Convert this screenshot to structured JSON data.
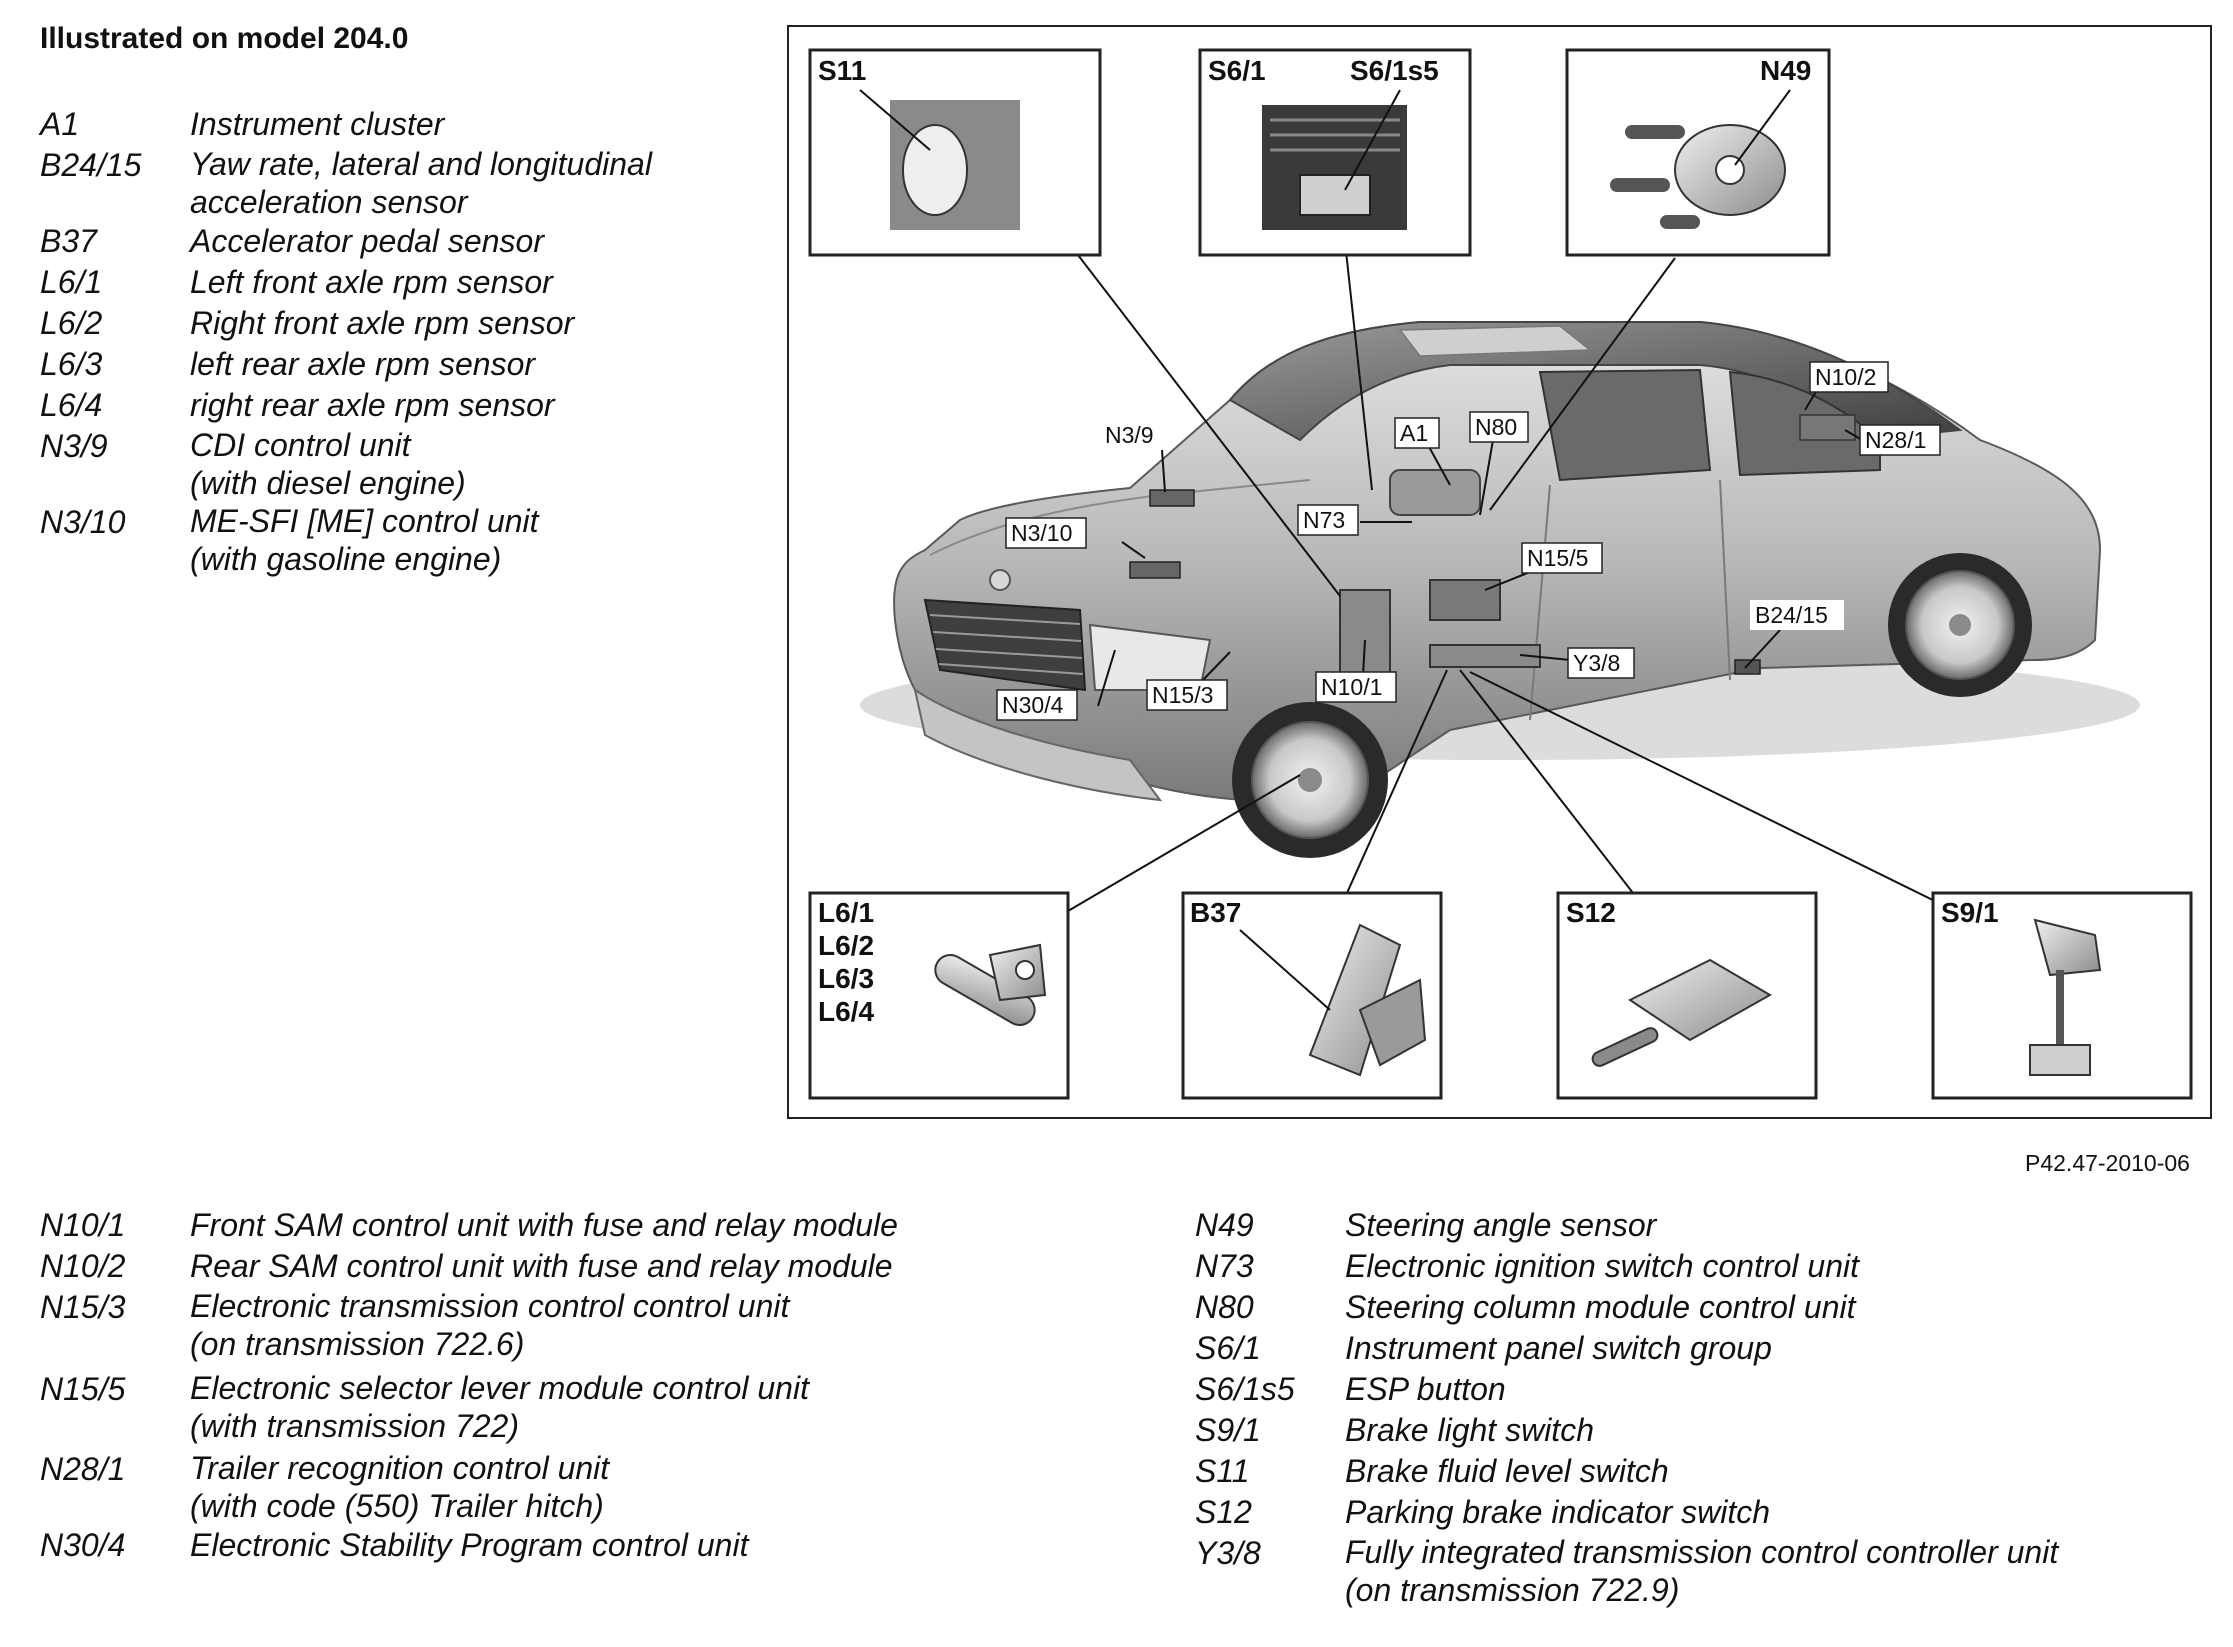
{
  "title": "Illustrated on model 204.0",
  "doc_id": "P42.47-2010-06",
  "legend_top": [
    {
      "code": "A1",
      "lines": [
        "Instrument cluster"
      ]
    },
    {
      "code": "B24/15",
      "lines": [
        "Yaw rate, lateral and longitudinal",
        "acceleration sensor"
      ]
    },
    {
      "code": "B37",
      "lines": [
        "Accelerator pedal sensor"
      ]
    },
    {
      "code": "L6/1",
      "lines": [
        "Left front axle rpm sensor"
      ]
    },
    {
      "code": "L6/2",
      "lines": [
        "Right front axle rpm sensor"
      ]
    },
    {
      "code": "L6/3",
      "lines": [
        "left rear axle rpm sensor"
      ]
    },
    {
      "code": "L6/4",
      "lines": [
        "right rear axle rpm sensor"
      ]
    },
    {
      "code": "N3/9",
      "lines": [
        "CDI control unit",
        "(with diesel engine)"
      ]
    },
    {
      "code": "N3/10",
      "lines": [
        "ME-SFI [ME] control unit",
        "(with gasoline engine)"
      ]
    }
  ],
  "legend_bottom_left": [
    {
      "code": "N10/1",
      "lines": [
        "Front SAM control unit with fuse and relay module"
      ]
    },
    {
      "code": "N10/2",
      "lines": [
        "Rear SAM control unit with fuse and relay module"
      ]
    },
    {
      "code": "N15/3",
      "lines": [
        "Electronic transmission control control unit",
        "(on transmission 722.6)"
      ]
    },
    {
      "code": "N15/5",
      "lines": [
        "Electronic selector lever module control unit",
        "(with transmission 722)"
      ]
    },
    {
      "code": "N28/1",
      "lines": [
        "Trailer recognition control unit",
        "(with code (550) Trailer hitch)"
      ]
    },
    {
      "code": "N30/4",
      "lines": [
        "Electronic Stability Program control unit"
      ]
    }
  ],
  "legend_bottom_right": [
    {
      "code": "N49",
      "lines": [
        "Steering angle sensor"
      ]
    },
    {
      "code": "N73",
      "lines": [
        "Electronic ignition switch control unit"
      ]
    },
    {
      "code": "N80",
      "lines": [
        "Steering column module control unit"
      ]
    },
    {
      "code": "S6/1",
      "lines": [
        "Instrument panel switch group"
      ]
    },
    {
      "code": "S6/1s5",
      "lines": [
        "ESP button"
      ]
    },
    {
      "code": "S9/1",
      "lines": [
        "Brake light switch"
      ]
    },
    {
      "code": "S11",
      "lines": [
        "Brake fluid level switch"
      ]
    },
    {
      "code": "S12",
      "lines": [
        "Parking brake indicator switch"
      ]
    },
    {
      "code": "Y3/8",
      "lines": [
        "Fully integrated transmission control controller unit",
        "(on transmission 722.9)"
      ]
    }
  ],
  "callouts": {
    "n3_9": "N3/9",
    "n3_10": "N3/10",
    "a1": "A1",
    "n80": "N80",
    "n73": "N73",
    "n10_2": "N10/2",
    "n28_1": "N28/1",
    "n15_5": "N15/5",
    "b24_15": "B24/15",
    "y3_8": "Y3/8",
    "n10_1": "N10/1",
    "n30_4": "N30/4",
    "n15_3": "N15/3"
  },
  "detail_boxes": {
    "s11": "S11",
    "s6_1": "S6/1",
    "s6_1s5": "S6/1s5",
    "n49": "N49",
    "l6_1": "L6/1",
    "l6_2": "L6/2",
    "l6_3": "L6/3",
    "l6_4": "L6/4",
    "b37": "B37",
    "s12": "S12",
    "s9_1": "S9/1"
  }
}
